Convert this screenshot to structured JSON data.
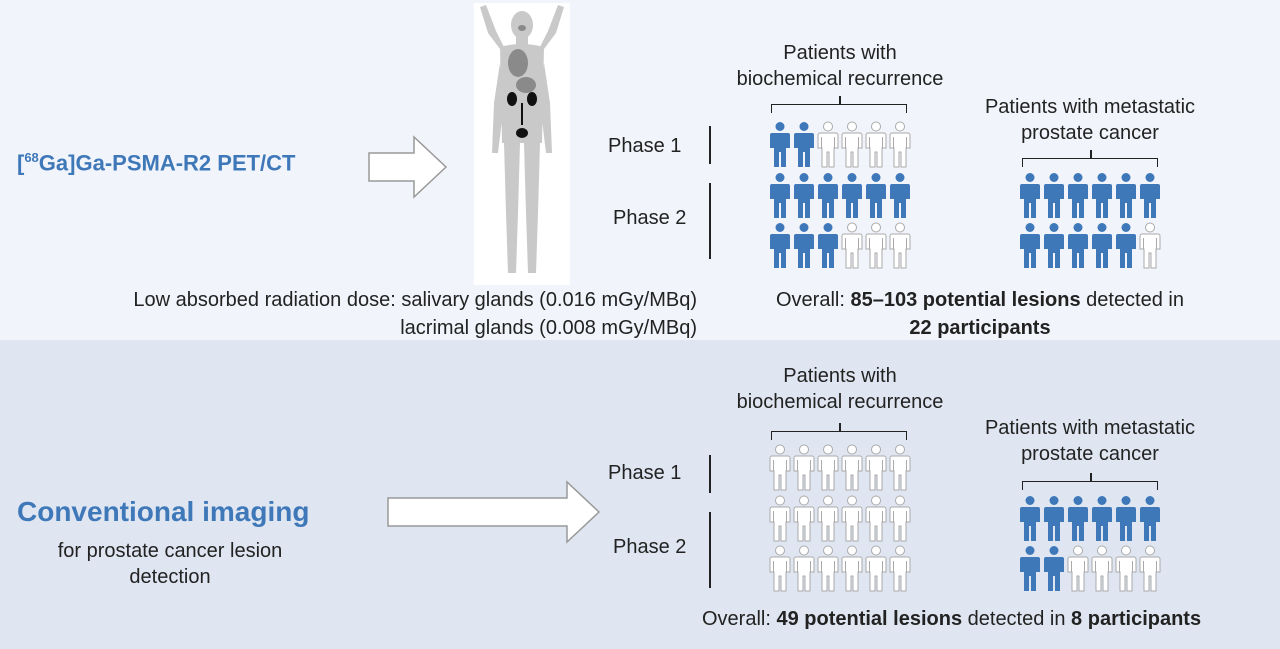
{
  "colors": {
    "filled": "#3f78b9",
    "outline": "#aaaaaa",
    "top_bg": "#f1f4fa",
    "bottom_bg": "#dfe6f1"
  },
  "top": {
    "tracer_superscript": "68",
    "tracer_bracket_open": "[",
    "tracer_name": "Ga]Ga-PSMA-R2 PET/CT",
    "dose_line1": "Low absorbed radiation dose: salivary glands (0.016 mGy/MBq)",
    "dose_line2": "lacrimal glands (0.008 mGy/MBq)",
    "phase1": "Phase 1",
    "phase2": "Phase 2",
    "bcr_label_1": "Patients with",
    "bcr_label_2": "biochemical recurrence",
    "met_label_1": "Patients with metastatic",
    "met_label_2": "prostate cancer",
    "bcr_phase1": {
      "filled": 2,
      "total": 6
    },
    "bcr_phase2": {
      "filled": 9,
      "total": 12
    },
    "met_phase2": {
      "filled": 11,
      "total": 12
    },
    "overall_prefix": "Overall: ",
    "overall_bold1": "85–103 potential lesions",
    "overall_mid": " detected in",
    "overall_bold2": "22 participants"
  },
  "bottom": {
    "title": "Conventional imaging",
    "subtitle_1": "for prostate cancer lesion",
    "subtitle_2": "detection",
    "phase1": "Phase 1",
    "phase2": "Phase 2",
    "bcr_label_1": "Patients with",
    "bcr_label_2": "biochemical recurrence",
    "met_label_1": "Patients with metastatic",
    "met_label_2": "prostate cancer",
    "bcr_phase1": {
      "filled": 0,
      "total": 6
    },
    "bcr_phase2": {
      "filled": 0,
      "total": 12
    },
    "met_phase2": {
      "filled": 8,
      "total": 12
    },
    "overall_prefix": "Overall: ",
    "overall_bold1": "49 potential lesions",
    "overall_mid": " detected in ",
    "overall_bold2": "8 participants"
  }
}
